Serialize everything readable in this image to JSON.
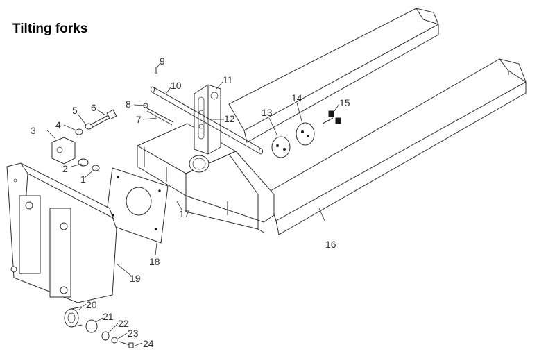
{
  "title": "Tilting forks",
  "part_labels": [
    "1",
    "2",
    "3",
    "4",
    "5",
    "6",
    "7",
    "8",
    "9",
    "10",
    "11",
    "12",
    "13",
    "14",
    "15",
    "16",
    "17",
    "18",
    "19",
    "20",
    "21",
    "22",
    "23",
    "24"
  ]
}
